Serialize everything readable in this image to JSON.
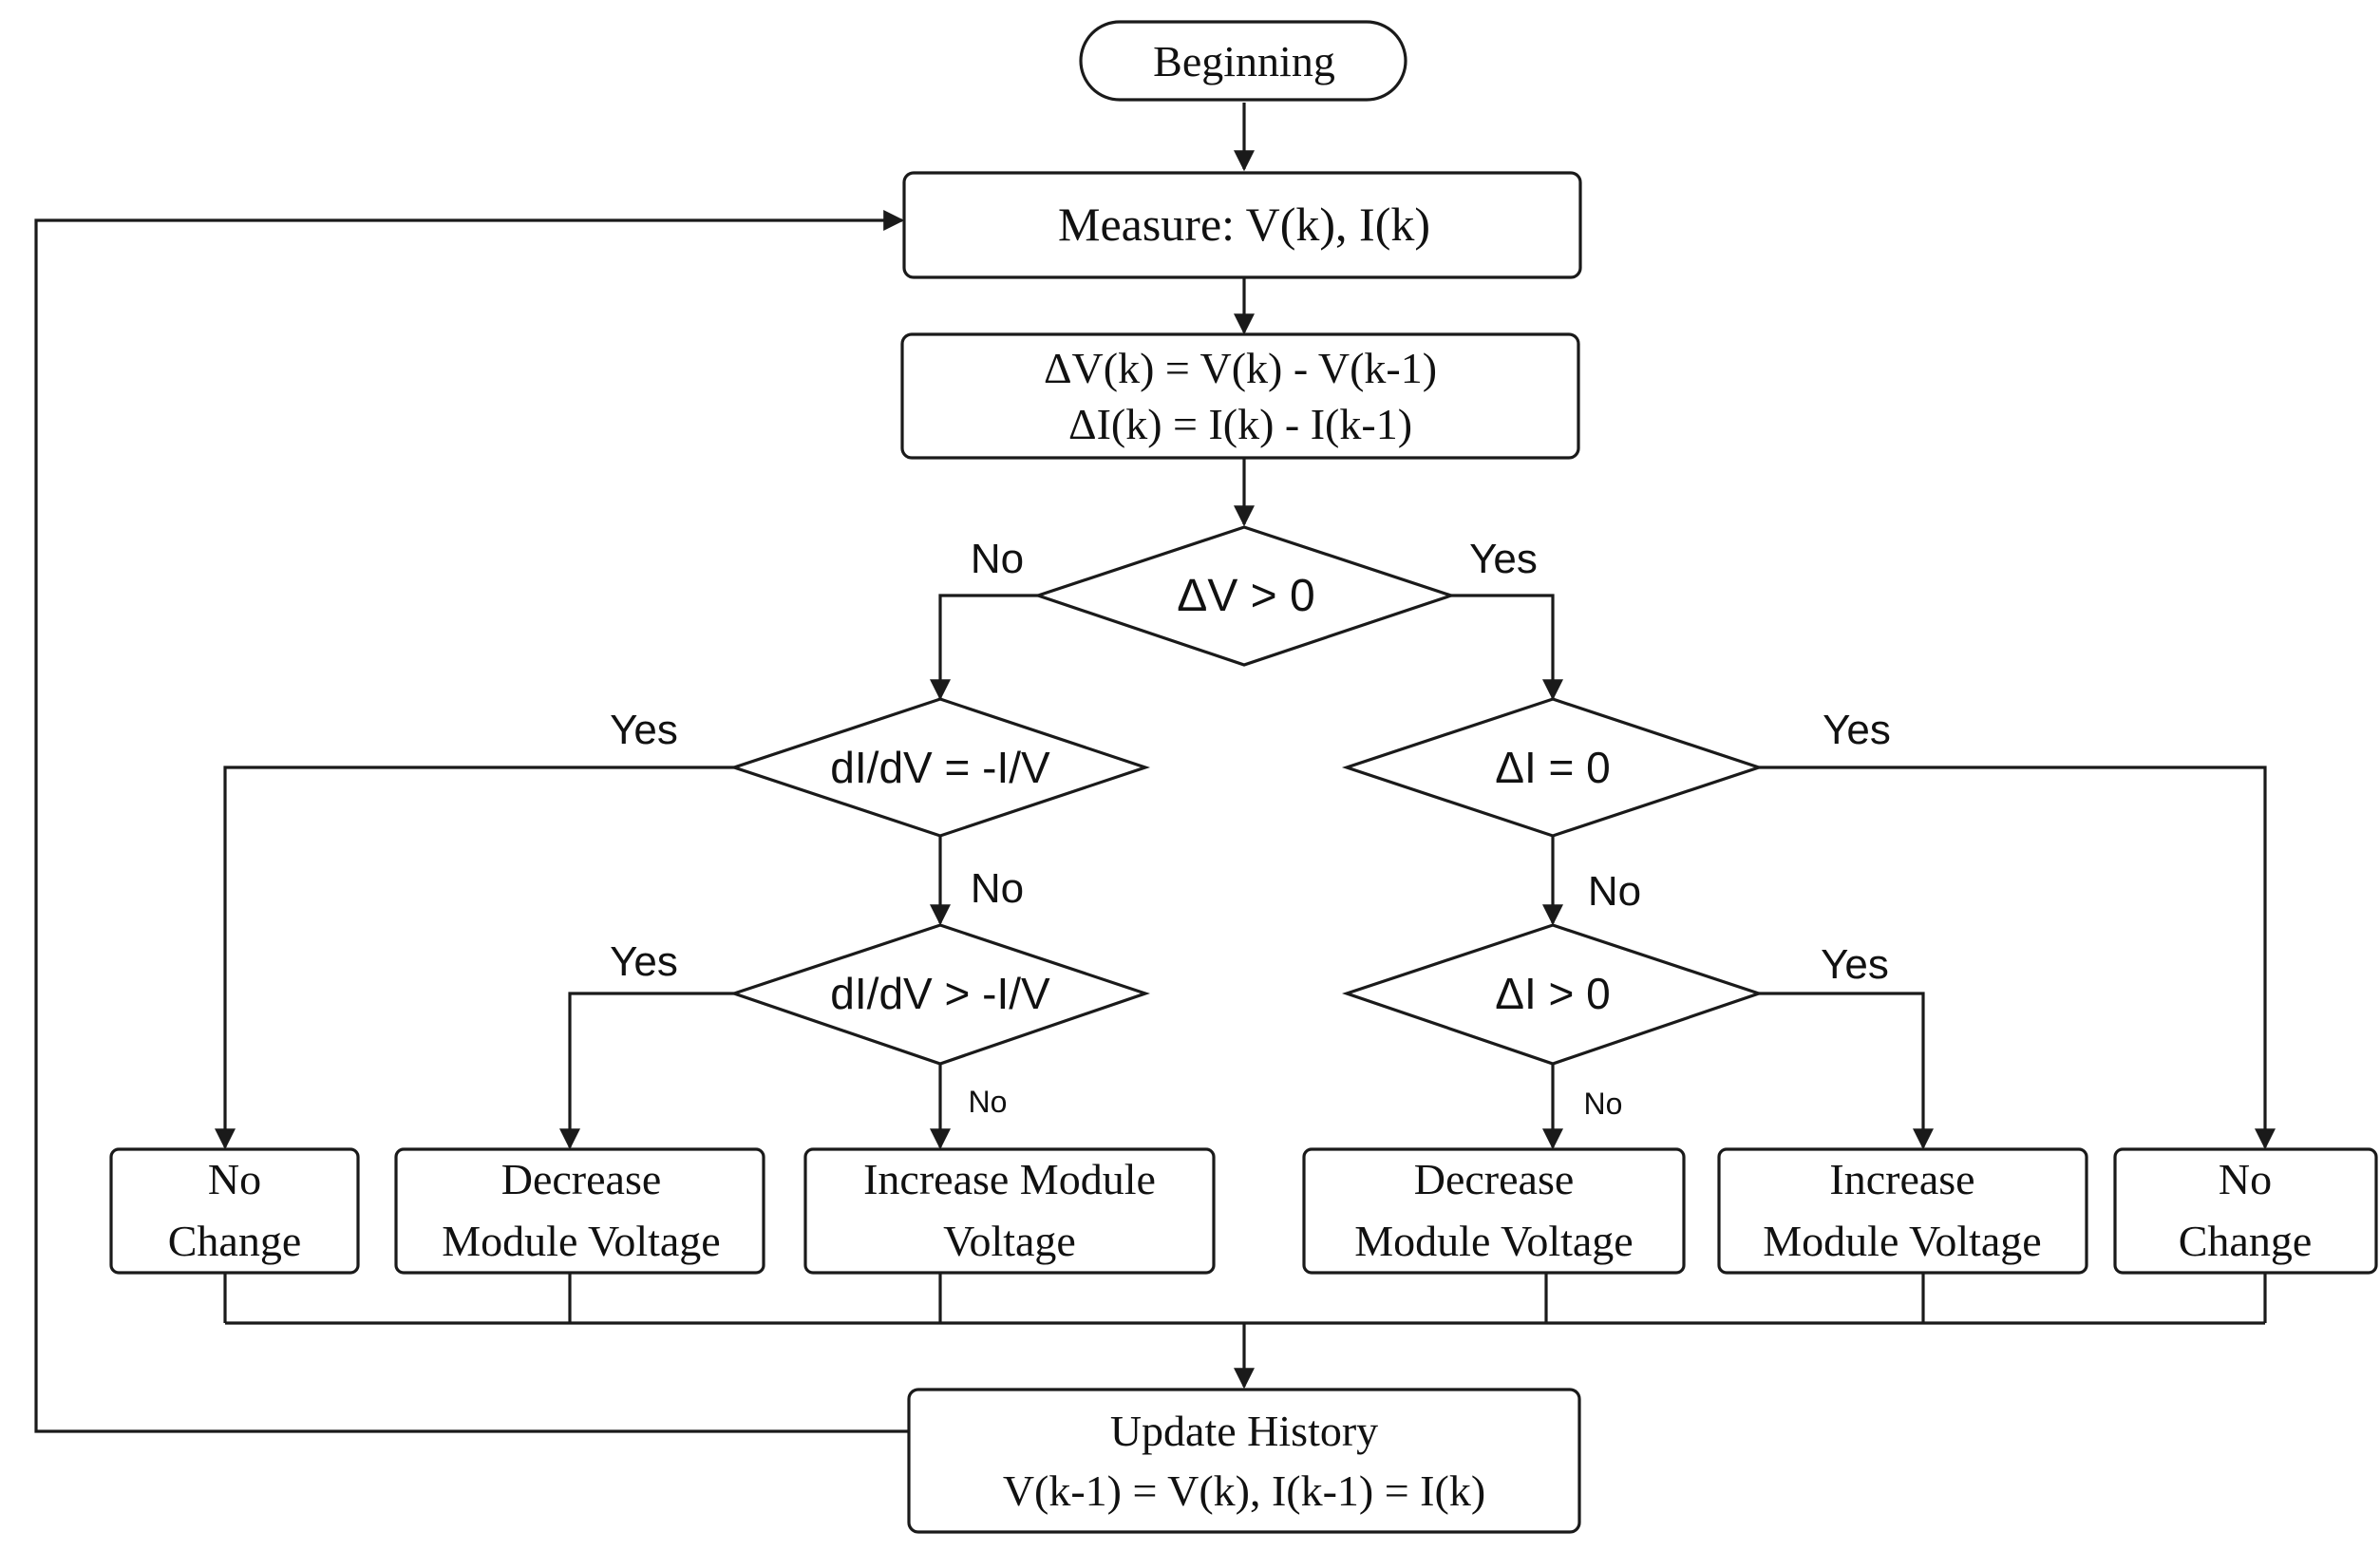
{
  "nodes": {
    "start": "Beginning",
    "measure": "Measure: V(k), I(k)",
    "delta_v": "ΔV(k) = V(k) - V(k-1)",
    "delta_i": "ΔI(k) = I(k) - I(k-1)",
    "dv_pos": "ΔV > 0",
    "didv_eq": "dI/dV = -I/V",
    "didv_gt": "dI/dV > -I/V",
    "di_zero": "ΔI = 0",
    "di_pos": "ΔI > 0",
    "out1_line1": "No",
    "out1_line2": "Change",
    "out2_line1": "Decrease",
    "out2_line2": "Module Voltage",
    "out3_line1": "Increase Module",
    "out3_line2": "Voltage",
    "out4_line1": "Decrease",
    "out4_line2": "Module Voltage",
    "out5_line1": "Increase",
    "out5_line2": "Module Voltage",
    "out6_line1": "No",
    "out6_line2": "Change",
    "update_line1": "Update History",
    "update_line2": "V(k-1) = V(k), I(k-1) = I(k)"
  },
  "labels": {
    "dv_no": "No",
    "dv_yes": "Yes",
    "eq_yes": "Yes",
    "eq_no": "No",
    "gt_yes": "Yes",
    "gt_no": "No",
    "dizero_yes": "Yes",
    "dizero_no": "No",
    "dipos_yes": "Yes",
    "dipos_no": "No"
  }
}
